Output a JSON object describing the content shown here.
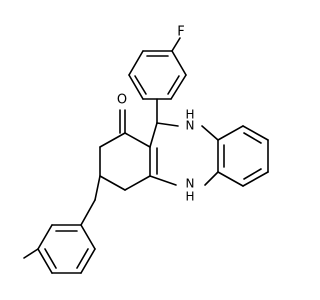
{
  "molecule": {
    "atom_labels": {
      "fluorine": "F",
      "oxygen": "O",
      "nh_top": "H",
      "n_top": "N",
      "n_bottom": "N",
      "h_bottom": "H"
    }
  }
}
